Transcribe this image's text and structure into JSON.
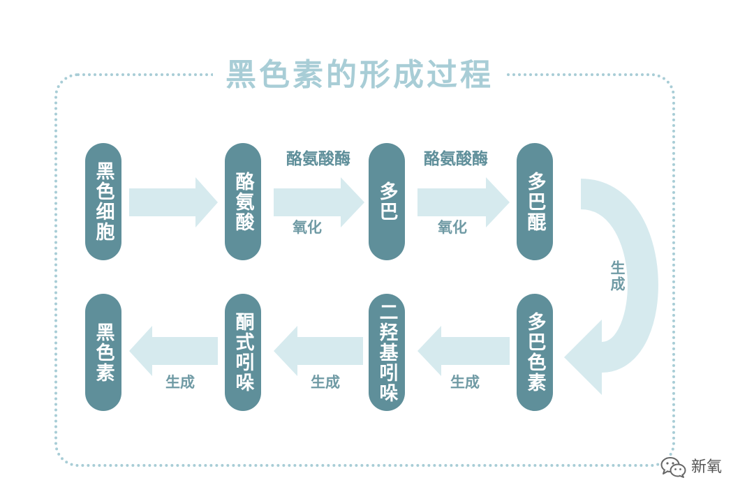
{
  "title": "黑色素的形成过程",
  "nodes": [
    {
      "label": "黑色细胞"
    },
    {
      "label": "酪氨酸"
    },
    {
      "label": "多巴"
    },
    {
      "label": "多巴醌"
    },
    {
      "label": "多巴色素"
    },
    {
      "label": "二羟基吲哚"
    },
    {
      "label": "酮式吲哚"
    },
    {
      "label": "黑色素"
    }
  ],
  "edges": [
    {
      "from": 0,
      "to": 1
    },
    {
      "from": 1,
      "to": 2,
      "label_top": "酪氨酸酶",
      "label_bottom": "氧化"
    },
    {
      "from": 2,
      "to": 3,
      "label_top": "酪氨酸酶",
      "label_bottom": "氧化"
    },
    {
      "from": 3,
      "to": 4,
      "label": "生成"
    },
    {
      "from": 4,
      "to": 5,
      "label": "生成"
    },
    {
      "from": 5,
      "to": 6,
      "label": "生成"
    },
    {
      "from": 6,
      "to": 7,
      "label": "生成"
    }
  ],
  "watermark": {
    "icon": "wechat-icon",
    "text": "新氧"
  },
  "colors": {
    "node": "#5f8f9a",
    "arrow": "#d6eaee",
    "title": "#a8cdd6",
    "border": "#a8cdd6",
    "label": "#5f8f9a",
    "sublabel": "#6f9aa4",
    "watermark": "#555555"
  }
}
